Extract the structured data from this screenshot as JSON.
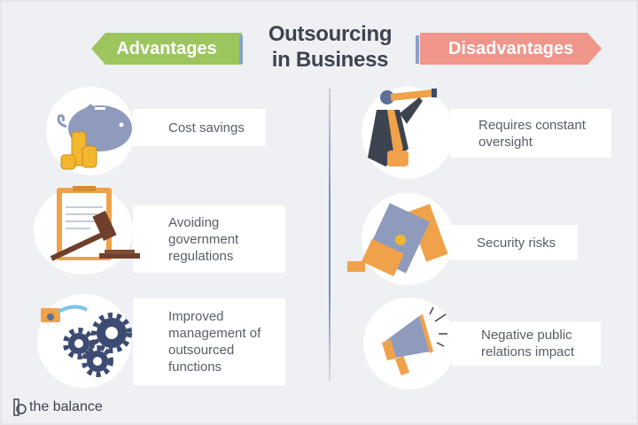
{
  "title": {
    "line1": "Outsourcing",
    "line2": "in Business"
  },
  "advantages": {
    "label": "Advantages",
    "items": [
      {
        "text": "Cost savings",
        "icon": "piggy-bank-icon"
      },
      {
        "text": "Avoiding government regulations",
        "icon": "gavel-regulation-icon"
      },
      {
        "text": "Improved management of outsourced functions",
        "icon": "gears-icon"
      }
    ]
  },
  "disadvantages": {
    "label": "Disadvantages",
    "items": [
      {
        "text": "Requires constant oversight",
        "icon": "telescope-man-icon"
      },
      {
        "text": "Security risks",
        "icon": "secure-document-icon"
      },
      {
        "text": "Negative public relations impact",
        "icon": "megaphone-icon"
      }
    ]
  },
  "logo": "the balance",
  "colors": {
    "advantages": "#9dc55e",
    "disadvantages": "#f0958a",
    "background": "#eef0f3",
    "accent_blue": "#8a98b8",
    "orange": "#f0a24b"
  }
}
